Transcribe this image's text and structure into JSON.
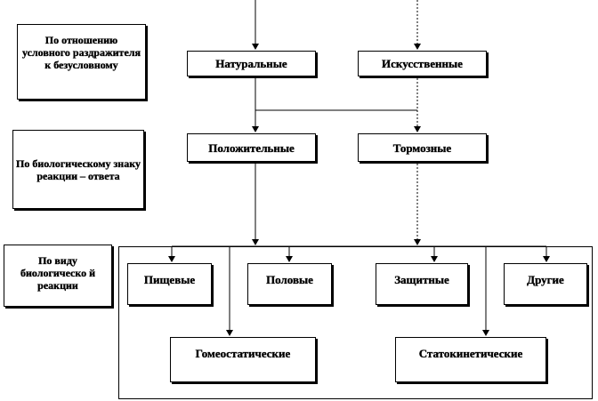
{
  "categories": [
    {
      "id": "by-relation",
      "label": "По отношению условного раздражителя к безусловному"
    },
    {
      "id": "by-sign",
      "label": "По биологическому знаку реакции – ответа"
    },
    {
      "id": "by-type",
      "label": "По виду биологическо й реакции"
    }
  ],
  "nodes": {
    "natural": "Натуральные",
    "artificial": "Искусственные",
    "positive": "Положительные",
    "inhibitory": "Тормозные",
    "food": "Пищевые",
    "sexual": "Половые",
    "defensive": "Защитные",
    "other": "Другие",
    "homeostatic": "Гомеостатические",
    "statokinetic": "Статокинетические"
  },
  "colors": {
    "line": "#000000",
    "fill": "#ffffff",
    "shadow": "#000000"
  }
}
